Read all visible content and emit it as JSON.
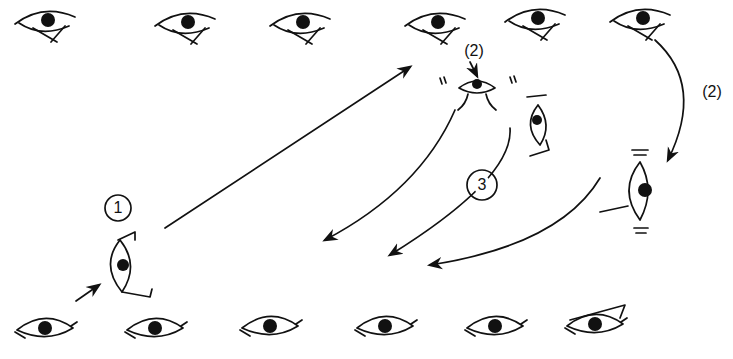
{
  "diagram": {
    "labels": [
      "1",
      "(2)",
      "(2)",
      "3"
    ]
  }
}
